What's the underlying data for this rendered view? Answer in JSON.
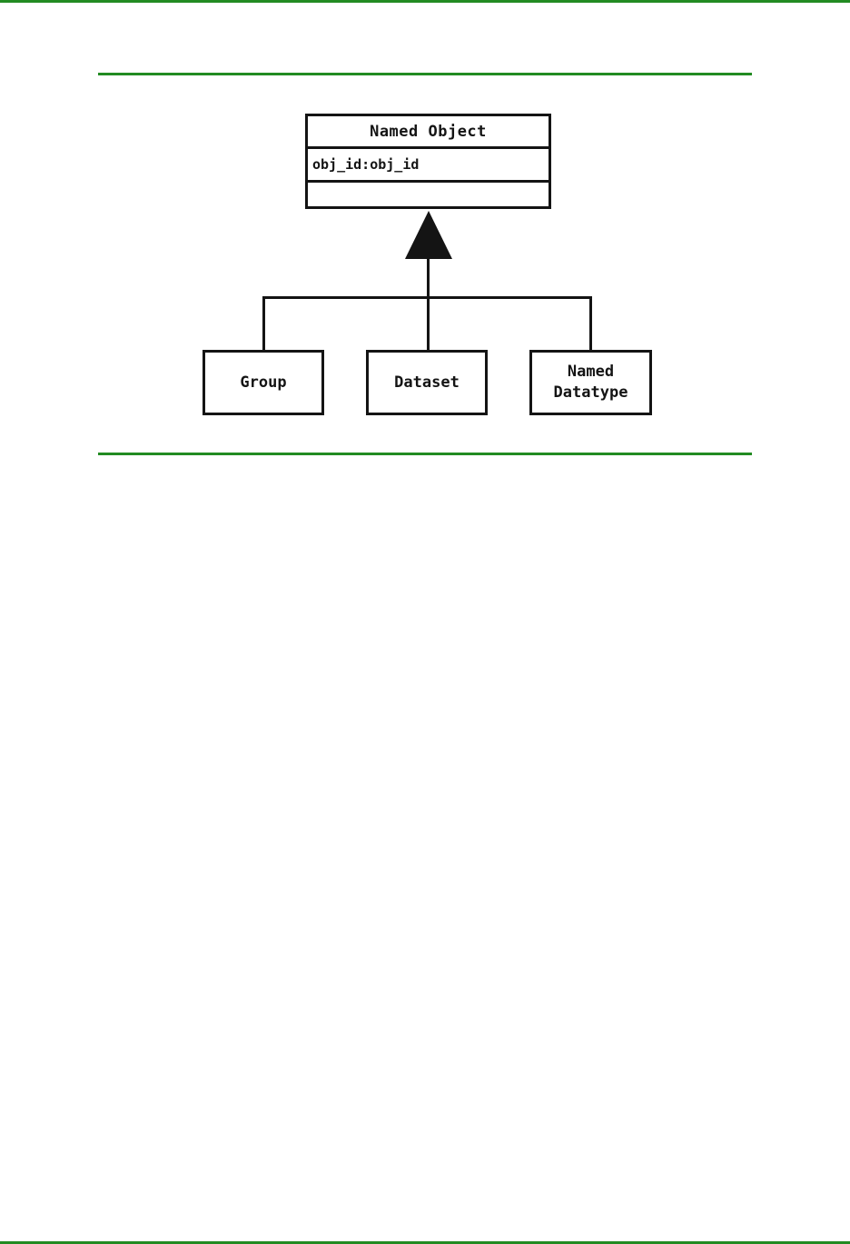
{
  "colors": {
    "accent_green": "#228B22",
    "diagram_line": "#141414",
    "page_background": "#ffffff"
  },
  "diagram": {
    "type": "class-inheritance",
    "parent": {
      "title": "Named Object",
      "attribute": "obj_id:obj_id",
      "operations": ""
    },
    "relationship": "inheritance-triangle",
    "children": [
      {
        "label": "Group"
      },
      {
        "label": "Dataset"
      },
      {
        "label": "Named Datatype"
      }
    ]
  }
}
